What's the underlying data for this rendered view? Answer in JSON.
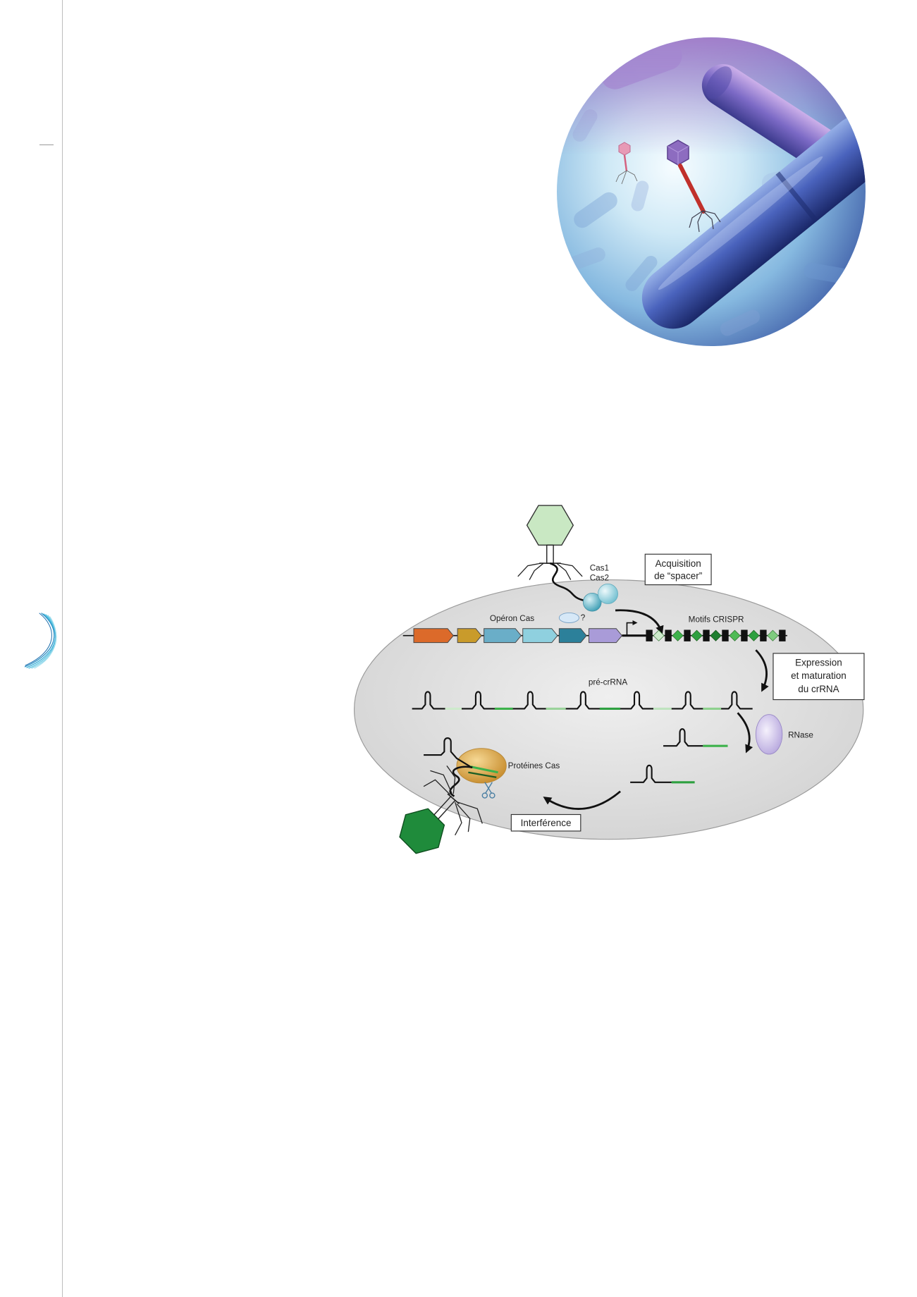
{
  "diagram": {
    "acquisition_box": {
      "line1": "Acquisition",
      "line2": "de “spacer”"
    },
    "cas1_label": "Cas1",
    "cas2_label": "Cas2",
    "unknown_protein_label": "?",
    "operon_label": "Opéron Cas",
    "crispr_label": "Motifs CRISPR",
    "expression_box": {
      "line1": "Expression",
      "line2": "et maturation",
      "line3": "du crRNA"
    },
    "pre_crrna_label": "pré-crRNA",
    "rnase_label": "RNase",
    "cas_proteins_label": "Protéines Cas",
    "interference_box": "Interférence",
    "operon_gene_colors": [
      "#dc6a2a",
      "#c99b2b",
      "#6aaec8",
      "#8fd0df",
      "#2c809a",
      "#a99bd8"
    ]
  },
  "colors": {
    "logo": "#3fb0d8",
    "margin_rule": "#bdbdbd"
  }
}
